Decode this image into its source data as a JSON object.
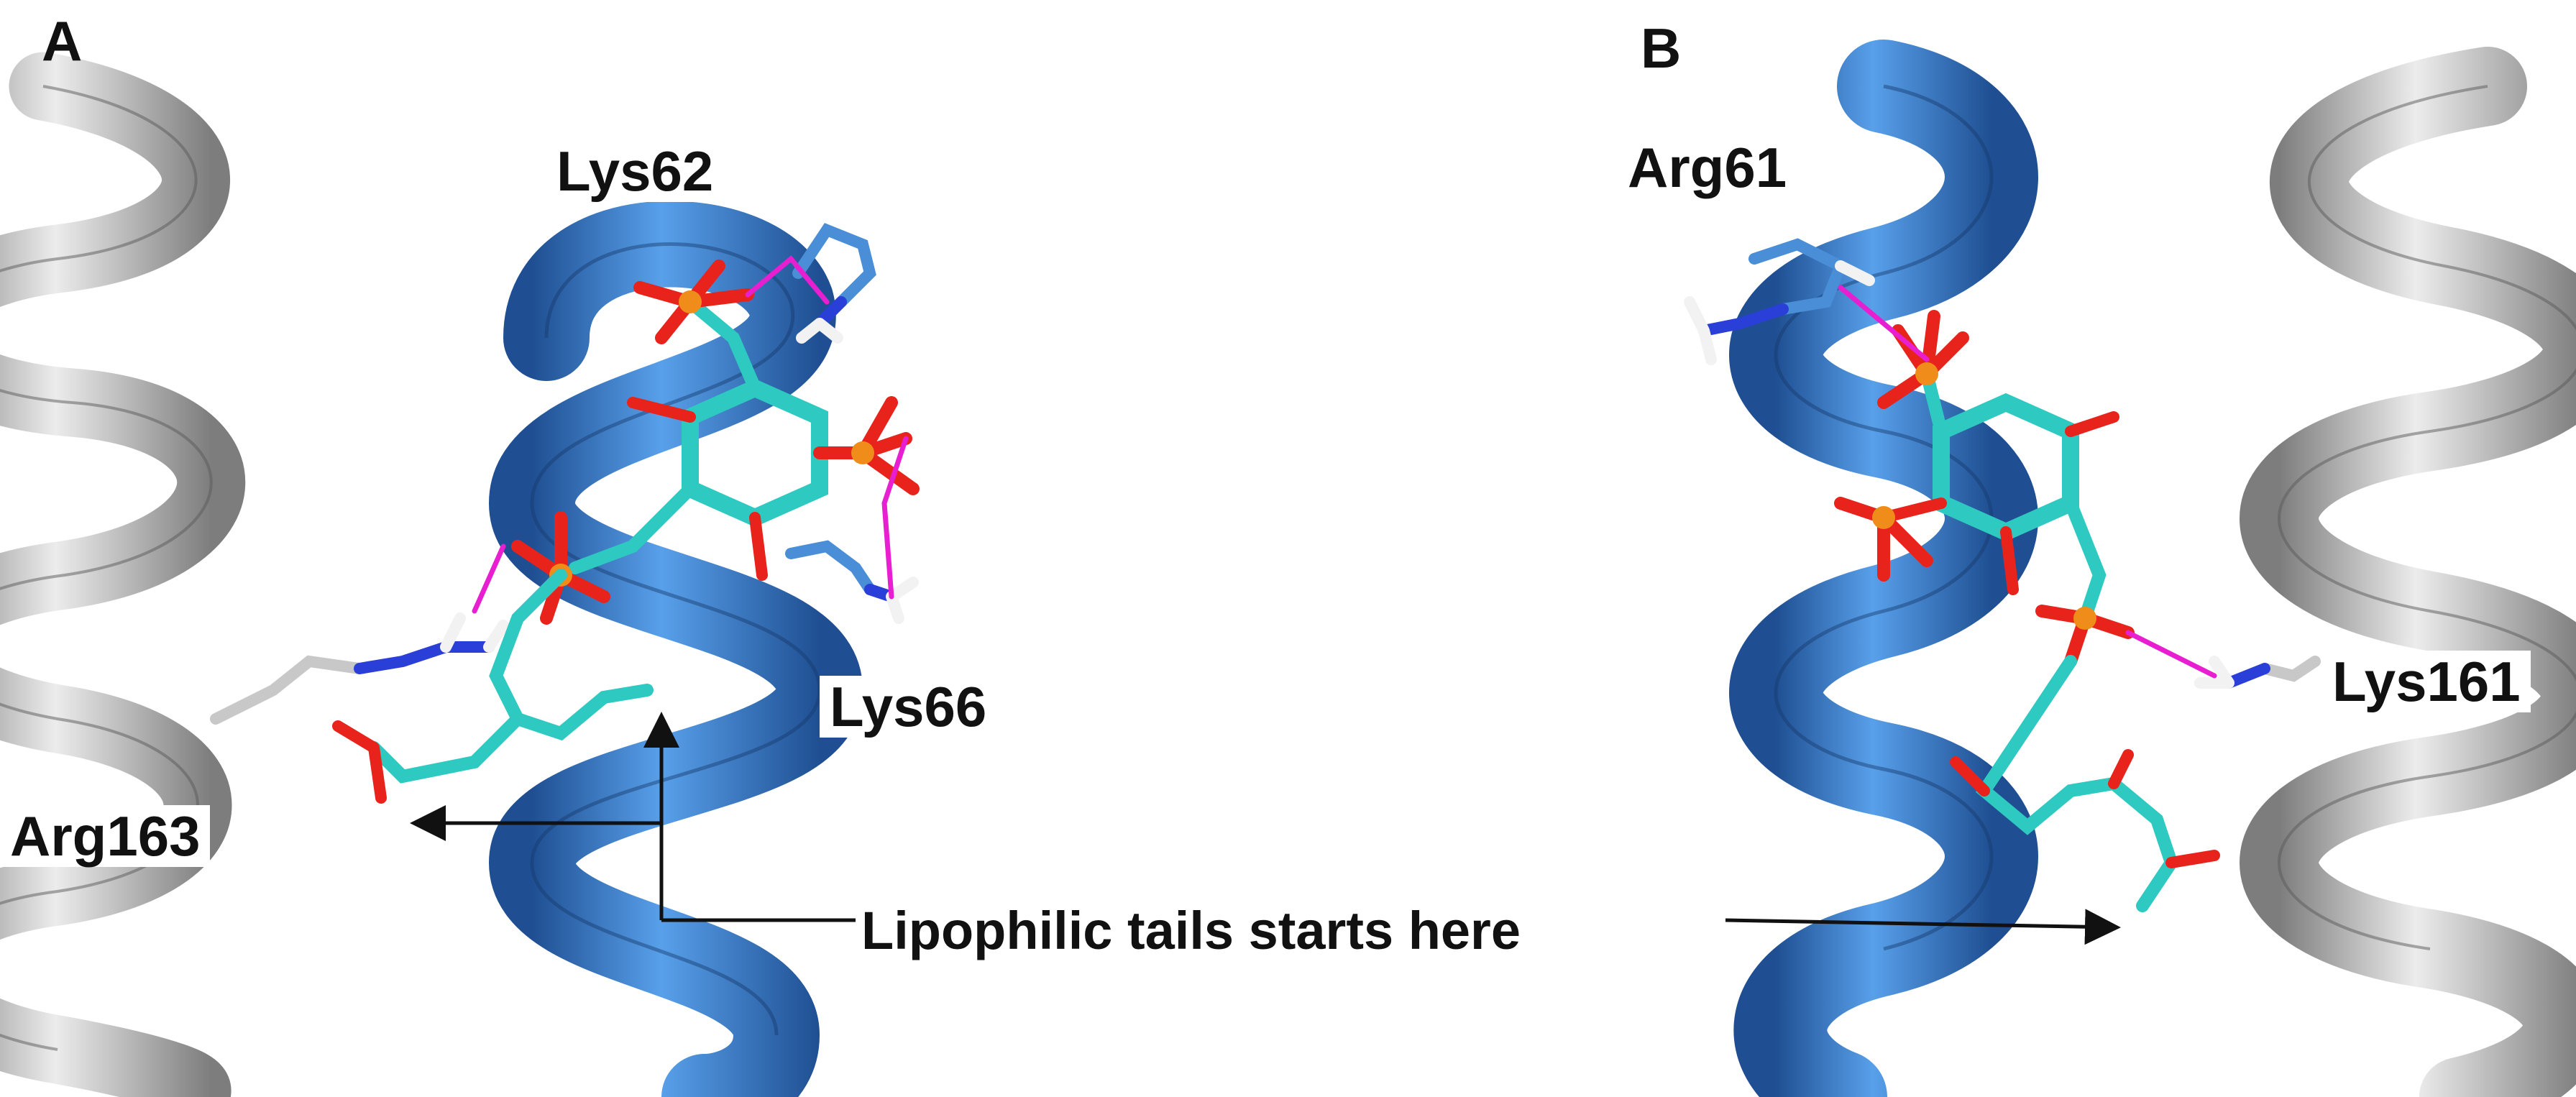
{
  "panels": [
    {
      "id": "A",
      "letter": "A"
    },
    {
      "id": "B",
      "letter": "B"
    }
  ],
  "labels": {
    "lys62": "Lys62",
    "lys66": "Lys66",
    "arg163": "Arg163",
    "arg61": "Arg61",
    "lys161": "Lys161",
    "tail_note": "Lipophilic tails starts here"
  },
  "colors": {
    "helix_blue": "#3d84d6",
    "helix_blue_dark": "#24589c",
    "helix_gray": "#c4c4c4",
    "helix_gray_dark": "#8a8a8a",
    "carbon": "#2ec9c0",
    "oxygen": "#e8231c",
    "phosphorus": "#f08c1a",
    "nitrogen": "#2a3fd8",
    "hydrogen": "#f2f2f2",
    "hbond": "#e81fd0",
    "arrow": "#111111"
  }
}
